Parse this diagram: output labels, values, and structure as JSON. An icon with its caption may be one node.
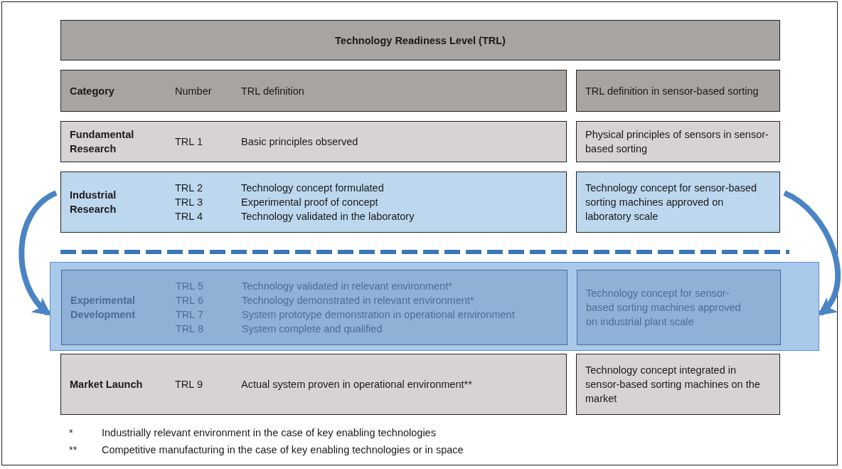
{
  "diagram": {
    "nodes": [
      {
        "text": [
          "Technology Readiness Level (TRL)"
        ]
      },
      {
        "text": [
          "Category",
          "Number",
          "TRL definition"
        ]
      },
      {
        "text": [
          "TRL definition in sensor-based sorting"
        ]
      },
      {
        "text": [
          "Fundamental Research",
          "TRL 1",
          "Basic principles observed"
        ]
      },
      {
        "text": [
          "Physical principles of sensors in sensor-based sorting"
        ]
      },
      {
        "text": [
          "Industrial Research",
          "TRL 2",
          "Technology concept formulated",
          "TRL 3",
          "Experimental proof of concept",
          "TRL 4",
          "Technology validated in the laboratory"
        ]
      },
      {
        "text": [
          "Technology concept for sensor-based sorting machines approved on laboratory scale"
        ]
      },
      {
        "text": [],
        "shape": "box"
      },
      {
        "text": [
          "Experimental Development",
          "TRL 5",
          "Technology validated in relevant environment*",
          "TRL 6",
          "Technology demonstrated in relevant environment*",
          "TRL 7",
          "System prototype demonstration in operational environment",
          "TRL 8",
          "System complete and qualified"
        ],
        "in": 7
      },
      {
        "text": [
          "Technology concept for sensor-based sorting machines approved on industrial plant scale"
        ],
        "in": 7
      },
      {
        "text": [
          "Market Launch",
          "TRL 9",
          "Actual system proven in operational environment**"
        ]
      },
      {
        "text": [
          "Technology concept integrated in sensor-based sorting machines on the market"
        ]
      }
    ],
    "edges": [
      {
        "from": 5,
        "to": 7,
        "arrow": "to"
      },
      {
        "from": 6,
        "to": 7,
        "arrow": "to"
      }
    ],
    "labels": [
      "*",
      "Industrially relevant environment in the case of key enabling technologies",
      "**",
      "Competitive manufacturing in the case of key enabling technologies or in space"
    ]
  }
}
